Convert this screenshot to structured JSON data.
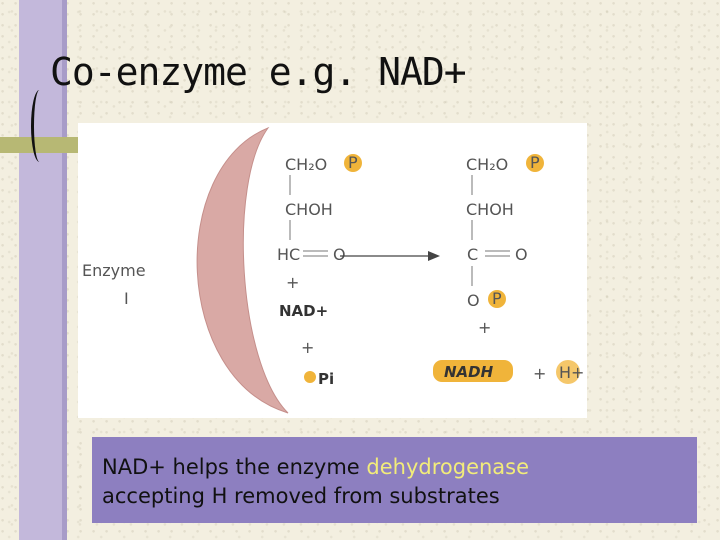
{
  "slide": {
    "title": "Co-enzyme e.g. NAD+"
  },
  "diagram": {
    "enzyme_label_line1": "Enzyme",
    "enzyme_label_line2": "I",
    "substrate": {
      "row1": "CH₂O",
      "row2": "CHOH",
      "row3_left": "HC",
      "row3_right": "O",
      "phosphate": "P"
    },
    "product": {
      "row1": "CH₂O",
      "row2": "CHOH",
      "row3_left": "C",
      "row3_right": "O",
      "row4": "O",
      "phosphate": "P"
    },
    "plus": "+",
    "nad_plus": "NAD+",
    "pi_label": "Pi",
    "nadh_label": "NADH",
    "h_plus": "H+",
    "colors": {
      "enzyme_shape": "#d9a9a5",
      "phosphate_circle": "#f0b43a",
      "nadh_badge": "#f0b43a",
      "hplus_circle": "#f5c76a"
    }
  },
  "caption": {
    "text_before": "NAD+ helps the enzyme ",
    "highlight": "dehydrogenase",
    "text_after": "accepting H removed from substrates",
    "highlight_color": "#f2ec7a",
    "background_color": "#8d7fc0"
  }
}
